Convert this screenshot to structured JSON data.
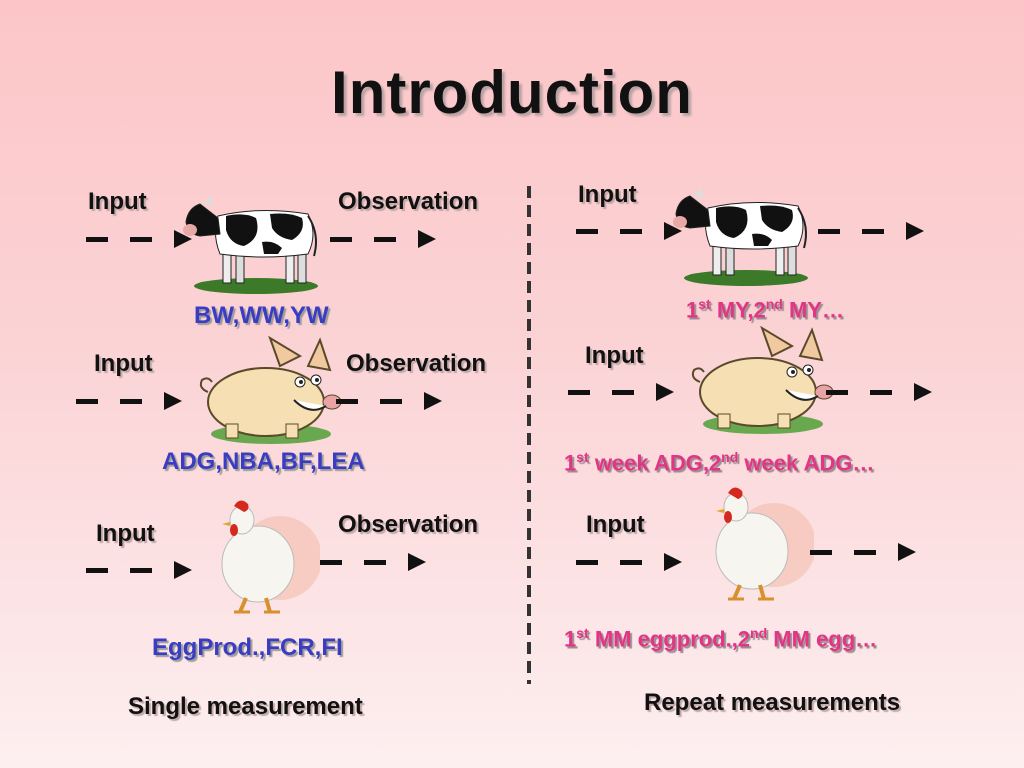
{
  "title": "Introduction",
  "left": {
    "rows": [
      {
        "input": "Input",
        "observation": "Observation",
        "animal": "cow",
        "traits": "BW,WW,YW"
      },
      {
        "input": "Input",
        "observation": "Observation",
        "animal": "pig",
        "traits": "ADG,NBA,BF,LEA"
      },
      {
        "input": "Input",
        "observation": "Observation",
        "animal": "chicken",
        "traits": "EggProd.,FCR,FI"
      }
    ],
    "caption": "Single measurement"
  },
  "right": {
    "rows": [
      {
        "input": "Input",
        "animal": "cow",
        "traits": {
          "n1": "1",
          "s1": "st",
          "t1": " MY,2",
          "s2": "nd",
          "t2": " MY…"
        }
      },
      {
        "input": "Input",
        "animal": "pig",
        "traits": {
          "n1": "1",
          "s1": "st",
          "t1": " week ADG,2",
          "s2": "nd",
          "t2": " week ADG…"
        }
      },
      {
        "input": "Input",
        "animal": "chicken",
        "traits": {
          "n1": "1",
          "s1": "st",
          "t1": " MM eggprod.,2",
          "s2": "nd",
          "t2": " MM egg…"
        }
      }
    ],
    "caption": "Repeat measurements"
  },
  "colors": {
    "trait_single": "#3a3cc2",
    "trait_repeat": "#e33585",
    "background": "#fcc6c8"
  }
}
